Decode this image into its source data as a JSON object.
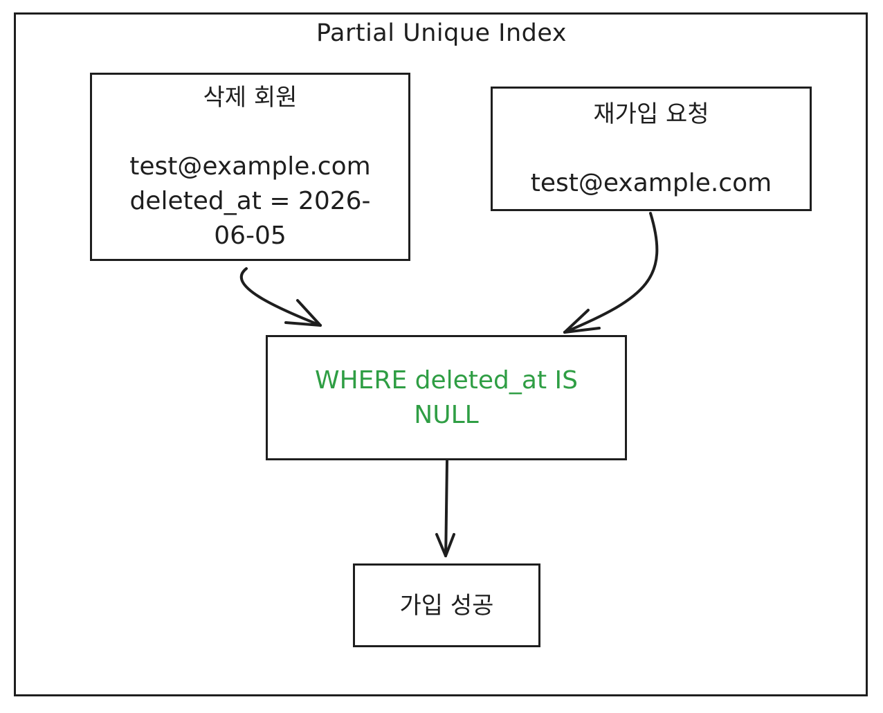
{
  "diagram": {
    "title": "Partial Unique Index",
    "nodes": {
      "deleted_member": {
        "heading": "삭제 회원",
        "lines": [
          "test@example.com",
          "deleted_at = 2026-",
          "06-05"
        ]
      },
      "rejoin_request": {
        "heading": "재가입 요청",
        "lines": [
          "test@example.com"
        ]
      },
      "index_condition": {
        "lines": [
          "WHERE deleted_at IS",
          "NULL"
        ]
      },
      "signup_success": {
        "lines": [
          "가입 성공"
        ]
      }
    },
    "edges": [
      {
        "from": "deleted_member",
        "to": "index_condition"
      },
      {
        "from": "rejoin_request",
        "to": "index_condition"
      },
      {
        "from": "index_condition",
        "to": "signup_success"
      }
    ],
    "colors": {
      "stroke": "#1e1e1e",
      "condition_text": "#2f9e44",
      "background": "#ffffff"
    }
  }
}
